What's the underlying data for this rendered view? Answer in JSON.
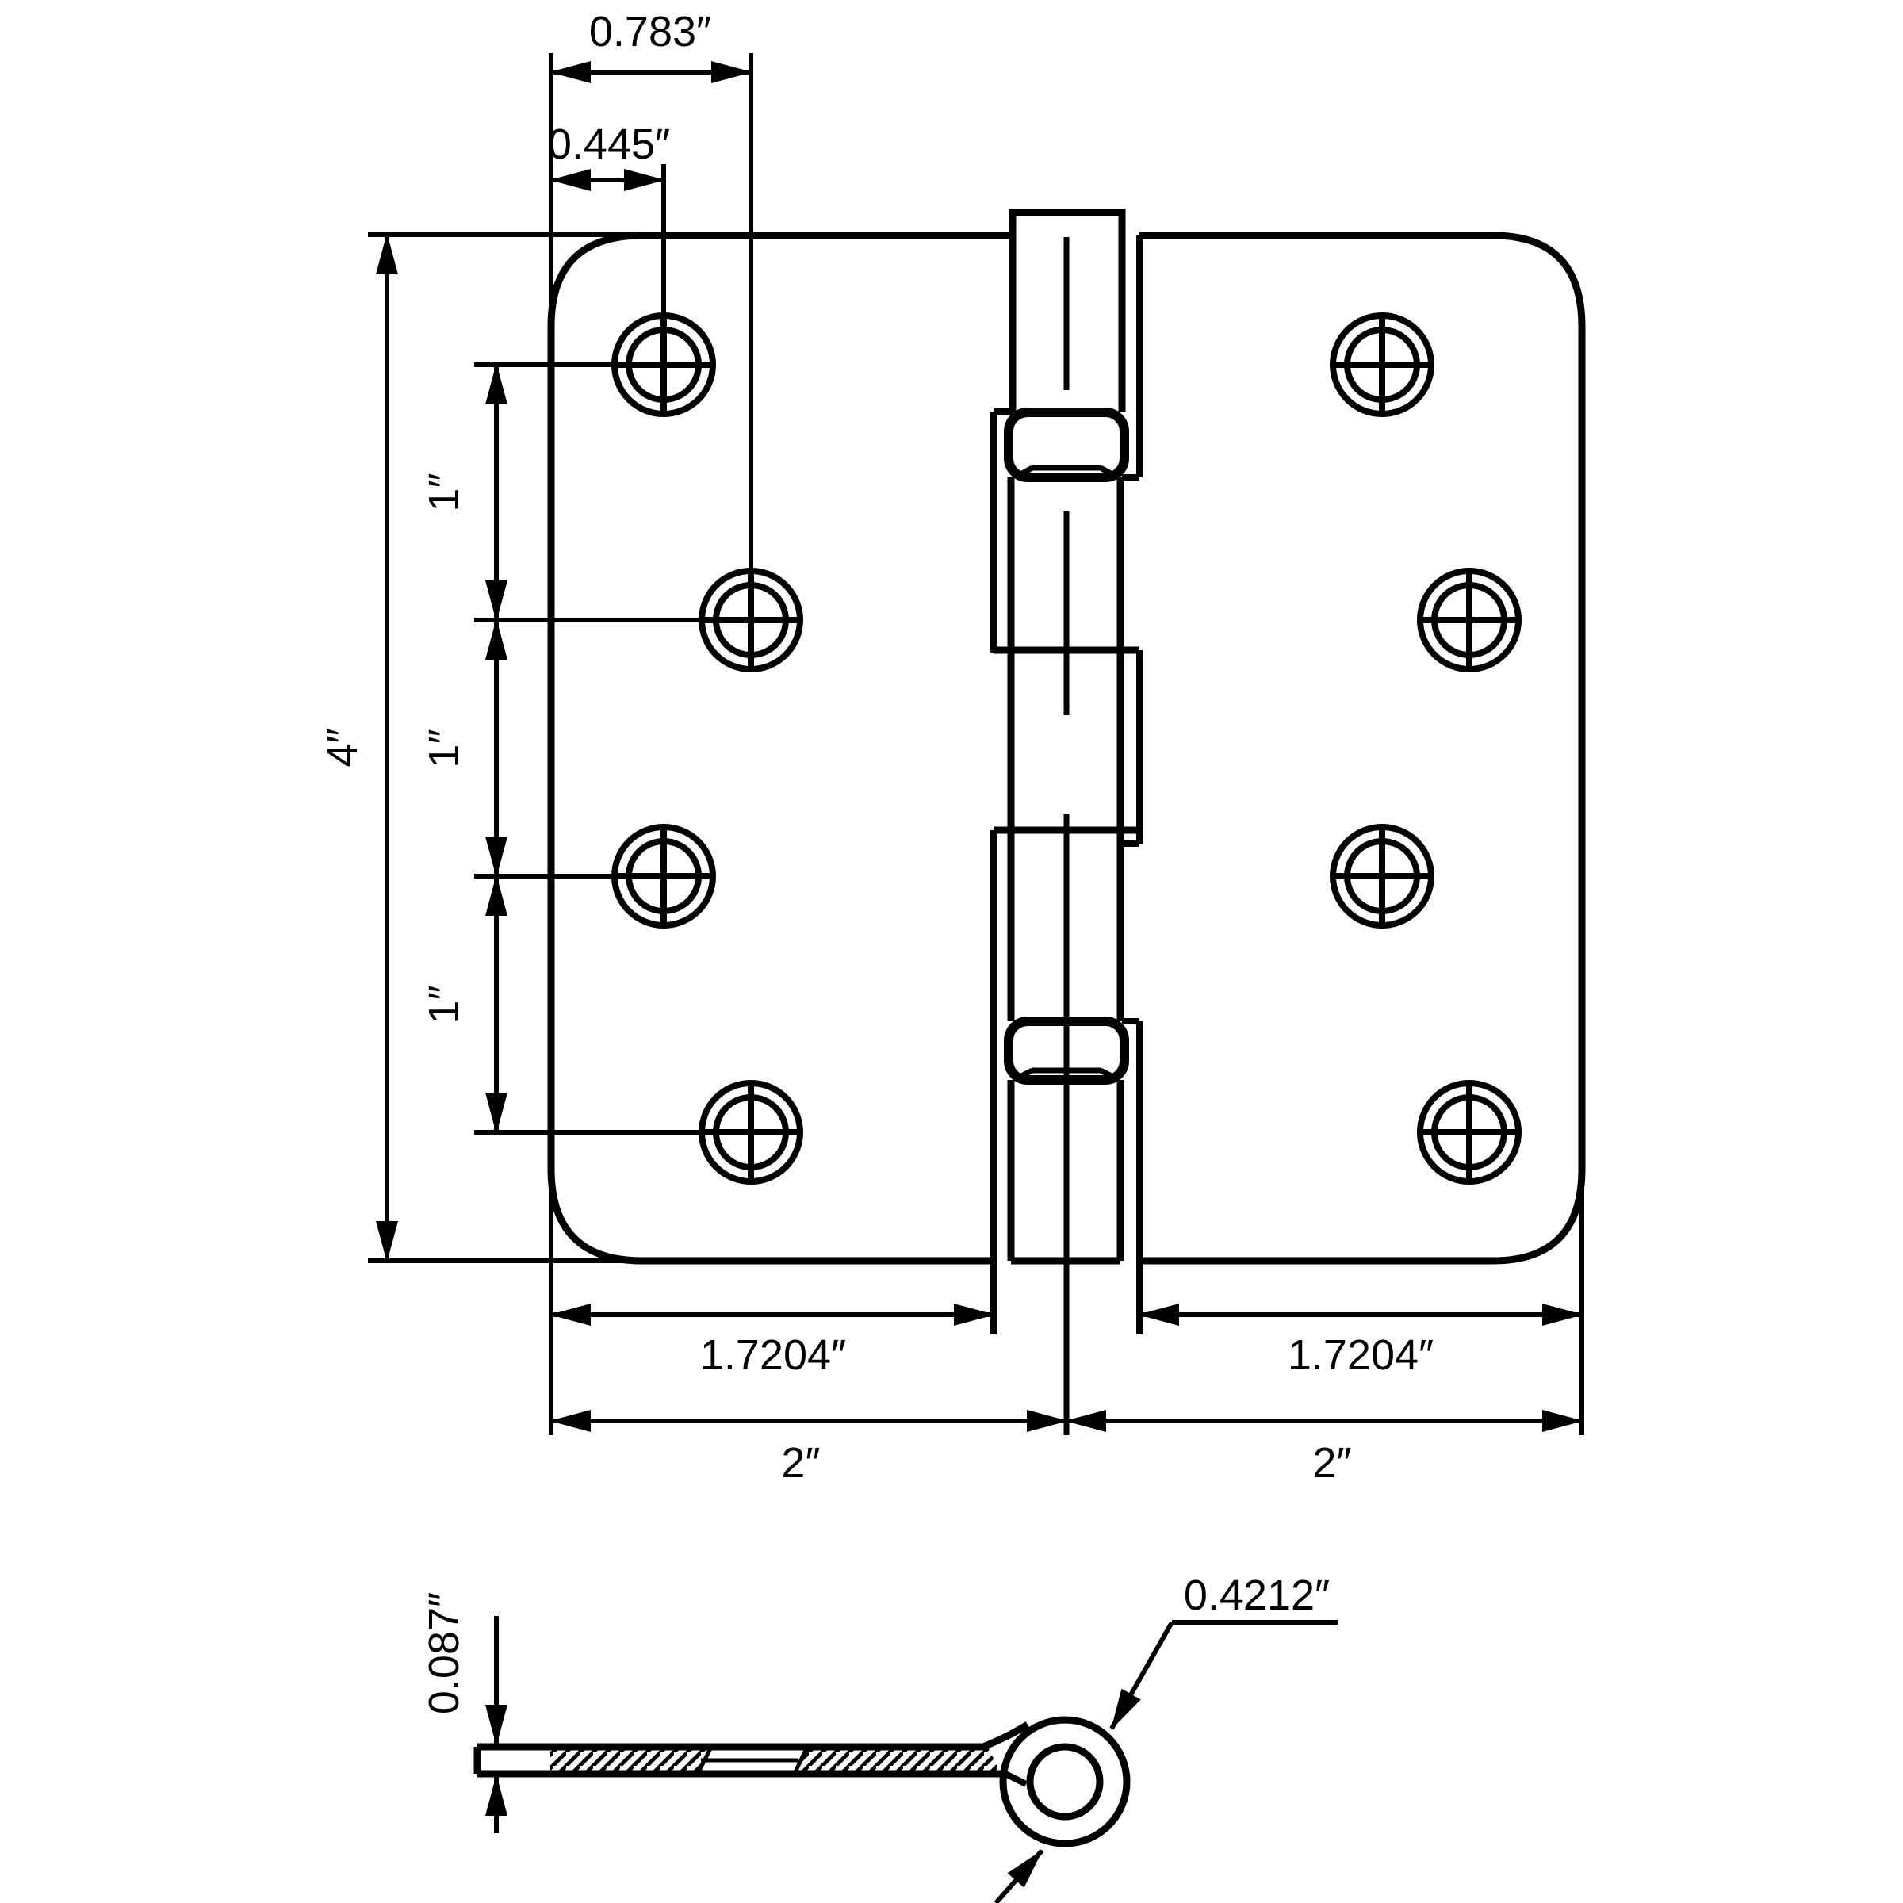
{
  "drawing": {
    "background": "#ffffff",
    "line_color": "#000000",
    "top_view": {
      "dim_top_outer": "0.783″",
      "dim_top_inner": "0.445″",
      "dim_height": "4″",
      "dim_hole_spacing_1": "1″",
      "dim_hole_spacing_2": "1″",
      "dim_hole_spacing_3": "1″",
      "dim_screw_span_left": "1.7204″",
      "dim_screw_span_right": "1.7204″",
      "dim_leaf_left": "2″",
      "dim_leaf_right": "2″"
    },
    "side_view": {
      "dim_thickness": "0.087″",
      "dim_curl": "0.4212″"
    }
  }
}
